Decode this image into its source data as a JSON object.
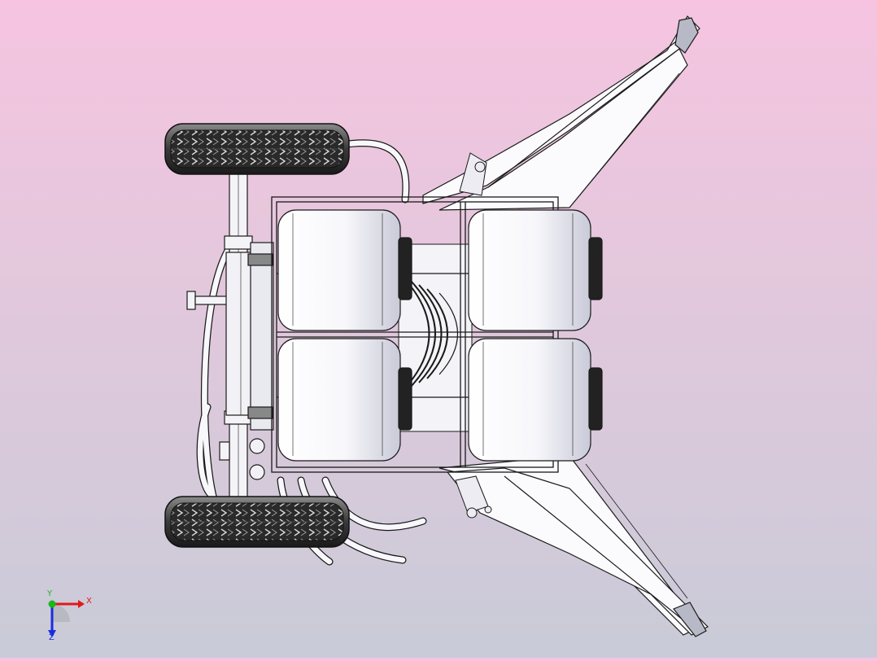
{
  "viewport": {
    "background_top": "#f6c4e0",
    "background_bottom": "#c9cbd8",
    "model_color": "#ffffff",
    "edge_color": "#1a1a1a"
  },
  "triad": {
    "x_label": "X",
    "y_label": "Y",
    "z_label": "Z",
    "x_color": "#e11a1a",
    "y_color": "#16b916",
    "z_color": "#1a2ce0"
  }
}
